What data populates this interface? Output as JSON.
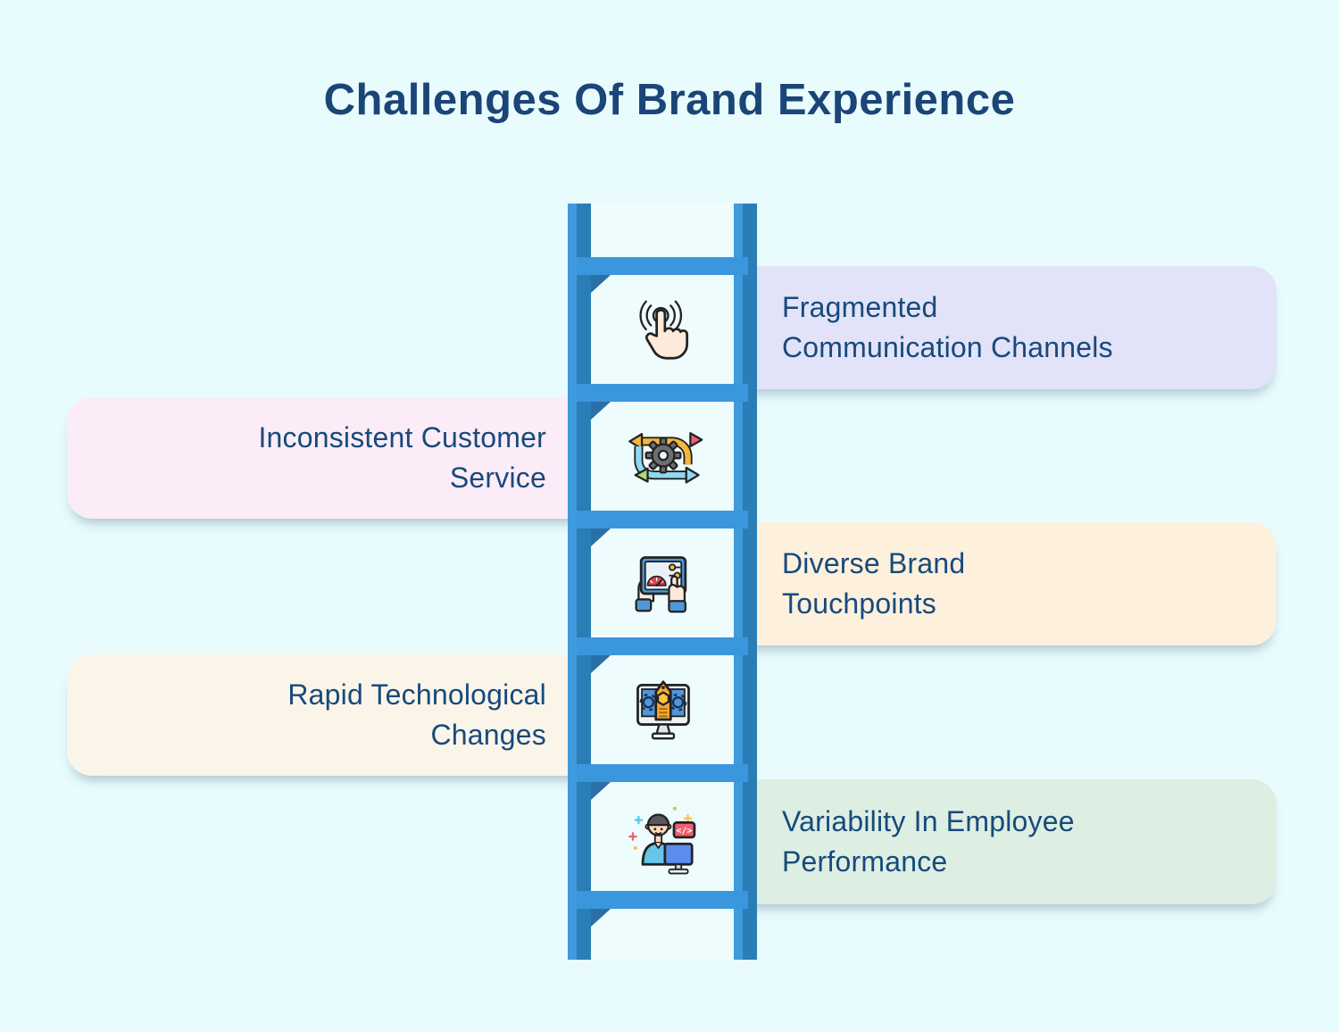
{
  "title": "Challenges Of Brand Experience",
  "cards": [
    {
      "label": "Fragmented Communication Channels",
      "line1": "Fragmented",
      "line2": "Communication Channels",
      "side": "right",
      "bg": "#e2e2f8",
      "icon": "tap-gesture-icon"
    },
    {
      "label": "Inconsistent Customer Service",
      "line1": "Inconsistent Customer",
      "line2": "Service",
      "side": "left",
      "bg": "#fcecf8",
      "icon": "agile-process-icon"
    },
    {
      "label": "Diverse Brand Touchpoints",
      "line1": "Diverse Brand",
      "line2": "Touchpoints",
      "side": "right",
      "bg": "#fdf0dc",
      "icon": "dashboard-tablet-icon"
    },
    {
      "label": "Rapid Technological Changes",
      "line1": "Rapid Technological",
      "line2": "Changes",
      "side": "left",
      "bg": "#fbf5e9",
      "icon": "monitor-gears-tag-icon"
    },
    {
      "label": "Variability In Employee Performance",
      "line1": "Variability In Employee",
      "line2": "Performance",
      "side": "right",
      "bg": "#ddeee3",
      "icon": "developer-at-computer-icon"
    }
  ],
  "ladder": {
    "rung_count": 6,
    "icons": [
      "tap-gesture-icon",
      "agile-process-icon",
      "dashboard-tablet-icon",
      "monitor-gears-tag-icon",
      "developer-at-computer-icon"
    ]
  },
  "colors": {
    "background": "#e8fcfe",
    "title_text": "#1b4577",
    "card_text": "#174a7c",
    "ladder_primary": "#3a97dd",
    "ladder_shade": "#2b7db5",
    "ladder_rung_shadow": "#2a70a7",
    "ladder_inner_panel": "#eefcfe"
  }
}
